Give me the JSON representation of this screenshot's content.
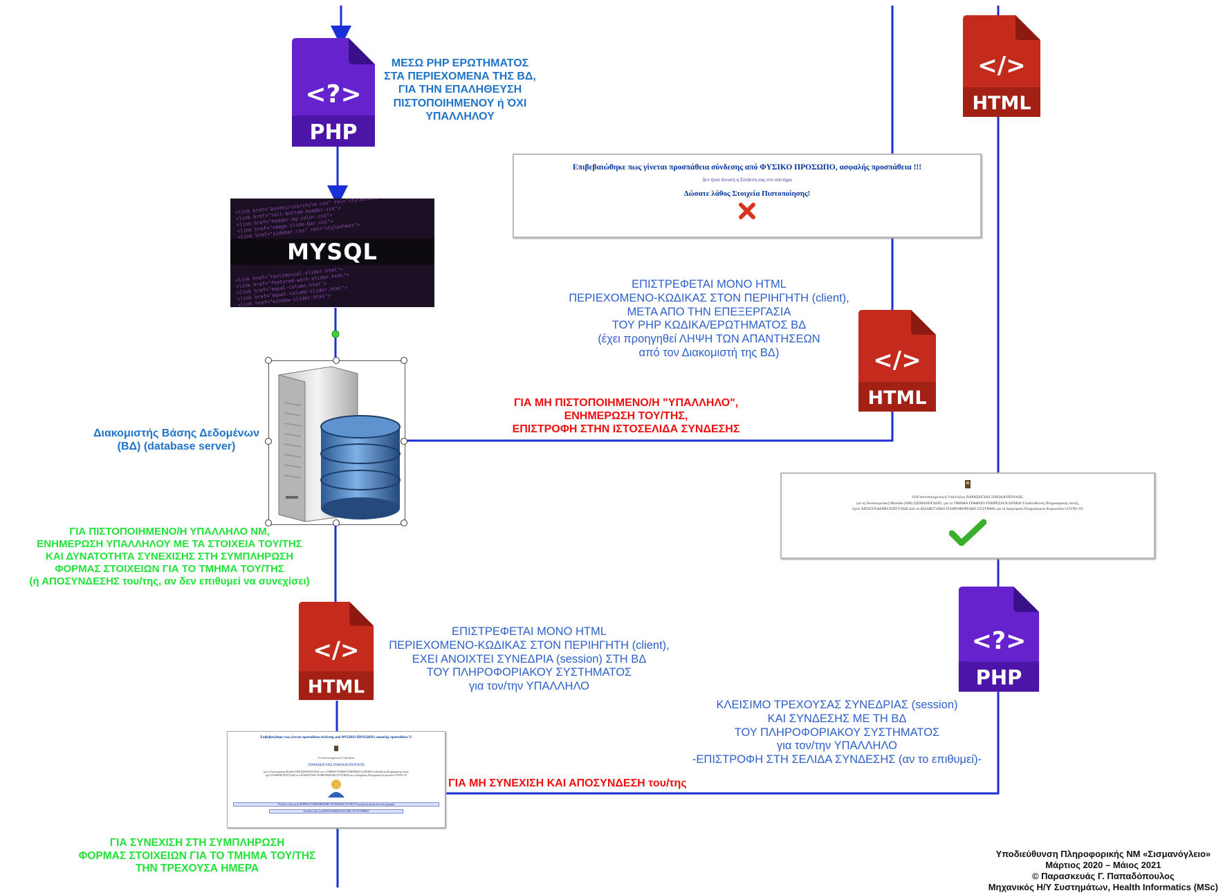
{
  "annotations": {
    "php_query": "ΜΕΣΩ PHP ΕΡΩΤΗΜΑΤΟΣ\nΣΤΑ ΠΕΡΙΕΧΟΜΕΝΑ ΤΗΣ ΒΔ,\nΓΙΑ ΤΗΝ ΕΠΑΛΗΘΕΥΣΗ\nΠΙΣΤΟΠΟΙΗΜΕΝΟΥ ή ΌΧΙ\nΥΠΑΛΛΗΛΟΥ",
    "db_server": "Διακομιστής Βάσης Δεδομένων\n(ΒΔ) (database server)",
    "html_return_top": "ΕΠΙΣΤΡΕΦΕΤΑΙ ΜΟΝΟ HTML\nΠΕΡΙΕΧΟΜΕΝΟ-ΚΩΔΙΚΑΣ ΣΤΟΝ ΠΕΡΙΗΓΗΤΗ (client),\nΜΕΤΑ ΑΠΟ ΤΗΝ ΕΠΕΞΕΡΓΑΣΙΑ\nΤΟΥ PHP ΚΩΔΙΚΑ/ΕΡΩΤΗΜΑΤΟΣ ΒΔ\n(έχει προηγηθεί ΛΗΨΗ ΤΩΝ ΑΠΑΝΤΗΣΕΩΝ\nαπό τον Διακομιστή της ΒΔ)",
    "not_certified": "ΓΙΑ ΜΗ ΠΙΣΤΟΠΟΙΗΜΕΝΟ/Η \"ΥΠΑΛΛΗΛΟ\",\nΕΝΗΜΕΡΩΣΗ ΤΟΥ/ΤΗΣ,\nΕΠΙΣΤΡΟΦΗ ΣΤΗΝ ΙΣΤΟΣΕΛΙΔΑ ΣΥΝΔΕΣΗΣ",
    "certified": "ΓΙΑ ΠΙΣΤΟΠΟΙΗΜΕΝΟ/Η ΥΠΑΛΛΗΛΟ ΝΜ,\nΕΝΗΜΕΡΩΣΗ ΥΠΑΛΛΗΛΟΥ ΜΕ ΤΑ ΣΤΟΙΧΕΙΑ ΤΟΥ/ΤΗΣ\nΚΑΙ ΔΥΝΑΤΟΤΗΤΑ ΣΥΝΕΧΙΣΗΣ ΣΤΗ ΣΥΜΠΛΗΡΩΣΗ\nΦΟΡΜΑΣ ΣΤΟΙΧΕΙΩΝ ΓΙΑ ΤΟ ΤΜΗΜΑ ΤΟΥ/ΤΗΣ\n(ή ΑΠΟΣΥΝΔΕΣΗΣ του/της, αν δεν επιθυμεί να συνεχίσει)",
    "html_return_session": "ΕΠΙΣΤΡΕΦΕΤΑΙ ΜΟΝΟ HTML\nΠΕΡΙΕΧΟΜΕΝΟ-ΚΩΔΙΚΑΣ ΣΤΟΝ ΠΕΡΙΗΓΗΤΗ (client),\nΕΧΕΙ ΑΝΟΙΧΤΕΙ ΣΥΝΕΔΡΙΑ (session) ΣΤΗ ΒΔ\nΤΟΥ ΠΛΗΡΟΦΟΡΙΑΚΟΥ ΣΥΣΤΗΜΑΤΟΣ\nγια τον/την ΥΠΑΛΛΗΛΟ",
    "close_session": "ΚΛΕΙΣΙΜΟ ΤΡΕΧΟΥΣΑΣ ΣΥΝΕΔΡΙΑΣ (session)\nΚΑΙ ΣΥΝΔΕΣΗΣ ΜΕ ΤΗ ΒΔ\nΤΟΥ ΠΛΗΡΟΦΟΡΙΑΚΟΥ ΣΥΣΤΗΜΑΤΟΣ\nγια τον/την ΥΠΑΛΛΗΛΟ\n-ΕΠΙΣΤΡΟΦΗ ΣΤΗ ΣΕΛΙΔΑ ΣΥΝΔΕΣΗΣ (αν το επιθυμεί)-",
    "disconnect": "ΓΙΑ ΜΗ ΣΥΝΕΧΙΣΗ ΚΑΙ ΑΠΟΣΥΝΔΕΣΗ του/της",
    "continue": "ΓΙΑ ΣΥΝΕΧΙΣΗ ΣΤΗ ΣΥΜΠΛΗΡΩΣΗ\nΦΟΡΜΑΣ ΣΤΟΙΧΕΙΩΝ ΓΙΑ ΤΟ ΤΜΗΜΑ ΤΟΥ/ΤΗΣ\nΤΗΝ ΤΡΕΧΟΥΣΑ ΗΜΕΡΑ"
  },
  "icons": {
    "php_label": "PHP",
    "php_glyph": "<?>",
    "html_label": "HTML",
    "html_glyph": "</>",
    "mysql_label": "MYSQL"
  },
  "error_box": {
    "line1": "Επιβεβαιώθηκε πως γίνεται προσπάθεια σύνδεσης από ΦΥΣΙΚΟ ΠΡΟΣΩΠΟ, ασφαλής προσπάθεια !!!",
    "line2": "Δεν ήταν δυνατή η Σύνδεση σας στο σύστημα",
    "line3": "Δώσατε λάθος Στοιχεία Πιστοποίησης!"
  },
  "success_box": {
    "line1": "Ο/Η πιστοποιημένος/η Υπάλληλος ΠΑΡΑΣΚΕΥΑΣ ΠΑΠΑΔΟΠΟΥΛΟΣ,",
    "line2": "για τη Νοσοκομειακή Μονάδα (ΝΜ) ΣΙΣΜΑΝΟΓΛΕΙΟ, για το ΤΜΗΜΑ ΓΡΑΦΕΙΟ/ΥΠΗΡΕΣΙΑ ΚΛΙΝΙΚΗ Υποδιεύθυνση Πληροφορικής αυτής,",
    "line3": "έχετε ΑΠΟΣΥΝΔΕΘΕΙ ΕΠΙΤΥΧΩΣ από το ΔΙΑΔΙΚΤΥΑΚΟ ΠΛΗΡΟΦΟΡΙΑΚΟ ΣΥΣΤΗΜΑ για τη Διαχείριση Πληροφοριών Κορωνοϊού COVID-19!"
  },
  "thumb": {
    "line1": "Επιβεβαιώθηκε πως γίνεται προσπάθεια σύνδεσης από ΦΥΣΙΚΟ ΠΡΟΣΩΠΟ, ασφαλής προσπάθεια !!!",
    "line2": "Οι πιστοποιημένος/η Υπάλληλος",
    "line3": "ΠΑΡΑΣΚΕΥΑΣ ΠΑΠΑΔΟΠΟΥΛΟΣ",
    "line4": "για τη Νοσοκομειακή Μονάδα (ΝΜ) ΣΙΣΜΑΝΟΓΛΕΙΟ, για το ΤΜΗΜΑ ΓΡΑΦΕΙΟ/ΥΠΗΡΕΣΙΑ ΚΛΙΝΙΚΗ Υποδιεύθυνση Πληροφορικής αυτής,",
    "line5": "έχει ΣΥΝΔΕΘΕΙ ΕΠΙΤΥΧΩΣ στο ΔΙΑΔΙΚΤΥΑΚΟ ΠΛΗΡΟΦΟΡΙΑΚΟ ΣΥΣΤΗΜΑ για τη Διαχείριση Πληροφοριών Κορωνοϊού COVID-19!",
    "btn1": "Επιλέξτε εδώ για τη ΦΟΡΜΑ ΣΥΜΠΛΗΡΩΣΗΣ ΣΤΟΙΧΕΙΩΝ COVID-19 (τρέχουσα ημέρα και νέα εγγραφή)",
    "btn2": "Επιλέξτε εδώ για ΑΠΟΣΥΝΔΕΣΗ ΣΑΣ ΑΠΟ ΤΟ ΣΥΣΤΗΜΑ"
  },
  "credit": "Υποδιεύθυνση Πληροφορικής ΝΜ «Σισμανόγλειο»\nΜάρτιος 2020 – Μάιος 2021\n© Παρασκευάς Γ. Παπαδόπουλος\nΜηχανικός Η/Υ Συστημάτων, Health Informatics (MSc)",
  "colors": {
    "line_blue": "#1b2fd6",
    "php_purple": "#6622cc",
    "html_red": "#c42b1c",
    "annotation_blue": "#1f74c8",
    "annotation_green": "#22e23a",
    "annotation_red": "#ee0f0f"
  }
}
